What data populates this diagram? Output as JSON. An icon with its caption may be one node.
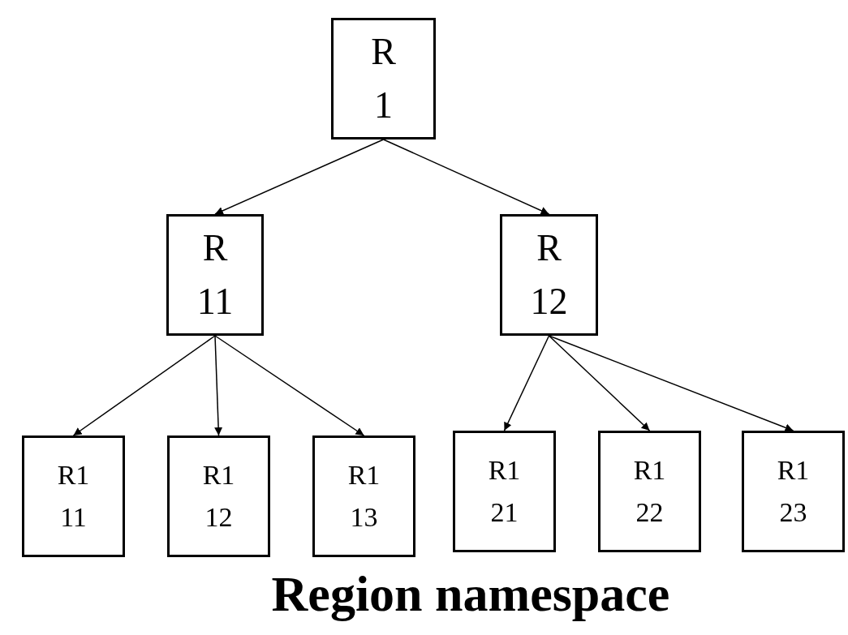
{
  "diagram": {
    "title": "Region namespace",
    "nodes": [
      {
        "text": [
          "R 1"
        ]
      },
      {
        "text": [
          "R 11"
        ]
      },
      {
        "text": [
          "R 12"
        ]
      },
      {
        "text": [
          "R1 11"
        ]
      },
      {
        "text": [
          "R1 12"
        ]
      },
      {
        "text": [
          "R1 13"
        ]
      },
      {
        "text": [
          "R1 21"
        ]
      },
      {
        "text": [
          "R1 22"
        ]
      },
      {
        "text": [
          "R1 23"
        ]
      }
    ],
    "edges": [
      {
        "from": 0,
        "to": 1,
        "arrow": "to"
      },
      {
        "from": 0,
        "to": 2,
        "arrow": "to"
      },
      {
        "from": 1,
        "to": 3,
        "arrow": "to"
      },
      {
        "from": 1,
        "to": 4,
        "arrow": "to"
      },
      {
        "from": 1,
        "to": 5,
        "arrow": "to"
      },
      {
        "from": 2,
        "to": 6,
        "arrow": "to"
      },
      {
        "from": 2,
        "to": 7,
        "arrow": "to"
      },
      {
        "from": 2,
        "to": 8,
        "arrow": "to"
      }
    ]
  }
}
